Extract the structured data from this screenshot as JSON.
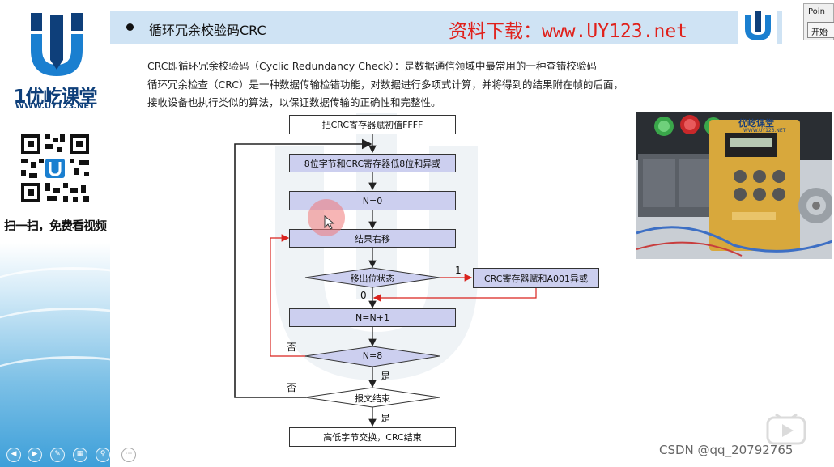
{
  "sidebar": {
    "brand_name": "1优屹课堂",
    "brand_url": "WWW.UY123.NET",
    "scan_text": "扫一扫，免费看视频"
  },
  "header": {
    "title": "循环冗余校验码CRC",
    "promo": "资料下载：www.UY123.net"
  },
  "mini_window": {
    "title": "Poin",
    "button": "开始"
  },
  "description": {
    "line1": "CRC即循环冗余校验码（Cyclic Redundancy Check）：是数据通信领域中最常用的一种查错校验码",
    "line2": "循环冗余检查（CRC）是一种数据传输检错功能，对数据进行多项式计算，并将得到的结果附在帧的后面，",
    "line3": "接收设备也执行类似的算法，以保证数据传输的正确性和完整性。"
  },
  "flowchart": {
    "init": "把CRC寄存器赋初值FFFF",
    "xor_low": "8位字节和CRC寄存器低8位和异或",
    "n_zero": "N=0",
    "shift": "结果右移",
    "shift_out": "移出位状态",
    "xor_a001": "CRC寄存器赋和A001异或",
    "n_inc": "N=N+1",
    "n_eight": "N=8",
    "msg_end": "报文结束",
    "swap": "高低字节交换，CRC结束",
    "label_one": "1",
    "label_zero": "0",
    "label_no_1": "否",
    "label_yes_1": "是",
    "label_no_2": "否",
    "label_yes_2": "是"
  },
  "photo": {
    "panel_brand": "优屹课堂",
    "panel_url": "WWW.UY123.NET"
  },
  "footer": {
    "watermark": "CSDN @qq_20792765"
  },
  "colors": {
    "title_bg": "#cfe3f4",
    "promo_red": "#e0201a",
    "box_purple": "#cccfef",
    "loop_red": "#d9231e",
    "brand_blue": "#0e3f7a"
  }
}
